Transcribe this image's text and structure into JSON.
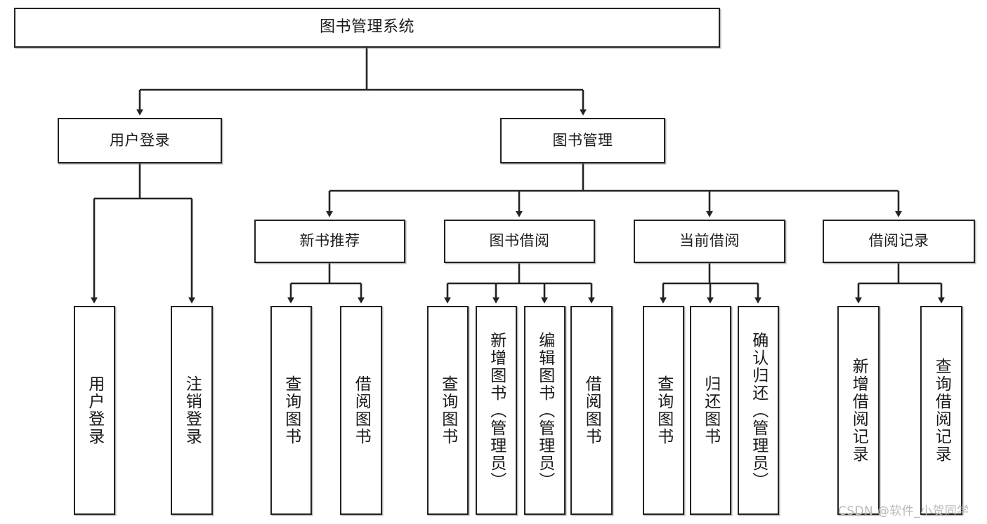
{
  "diagram": {
    "type": "tree-hierarchy-chart",
    "title": "图书管理系统",
    "watermark": "CSDN @软件_小贺同学",
    "colors": {
      "box_border": "#232323",
      "box_fill": "#ffffff",
      "connector": "#232323",
      "text": "#1b1b1b",
      "watermark": "#b9b9b9",
      "background": "#ffffff"
    },
    "levels": {
      "root": {
        "label": "图书管理系统"
      },
      "level2": [
        {
          "id": "user-login",
          "label": "用户登录"
        },
        {
          "id": "book-management",
          "label": "图书管理"
        }
      ],
      "level3": [
        {
          "id": "new-book-recommend",
          "label": "新书推荐",
          "parent": "book-management"
        },
        {
          "id": "book-borrow",
          "label": "图书借阅",
          "parent": "book-management"
        },
        {
          "id": "current-borrow",
          "label": "当前借阅",
          "parent": "book-management"
        },
        {
          "id": "borrow-record",
          "label": "借阅记录",
          "parent": "book-management"
        }
      ],
      "leaves": [
        {
          "id": "leaf-user-login",
          "label": "用户登录",
          "parent": "user-login"
        },
        {
          "id": "leaf-user-logout",
          "label": "注销登录",
          "parent": "user-login"
        },
        {
          "id": "leaf-query-book-1",
          "label": "查询图书",
          "parent": "new-book-recommend"
        },
        {
          "id": "leaf-borrow-book-1",
          "label": "借阅图书",
          "parent": "new-book-recommend"
        },
        {
          "id": "leaf-query-book-2",
          "label": "查询图书",
          "parent": "book-borrow"
        },
        {
          "id": "leaf-add-book",
          "label": "新增图书（管理员）",
          "parent": "book-borrow"
        },
        {
          "id": "leaf-edit-book",
          "label": "编辑图书（管理员）",
          "parent": "book-borrow"
        },
        {
          "id": "leaf-borrow-book-2",
          "label": "借阅图书",
          "parent": "book-borrow"
        },
        {
          "id": "leaf-query-book-3",
          "label": "查询图书",
          "parent": "current-borrow"
        },
        {
          "id": "leaf-return-book",
          "label": "归还图书",
          "parent": "current-borrow"
        },
        {
          "id": "leaf-confirm-return",
          "label": "确认归还（管理员）",
          "parent": "current-borrow"
        },
        {
          "id": "leaf-add-record",
          "label": "新增借阅记录",
          "parent": "borrow-record"
        },
        {
          "id": "leaf-query-record",
          "label": "查询借阅记录",
          "parent": "borrow-record"
        }
      ]
    }
  }
}
